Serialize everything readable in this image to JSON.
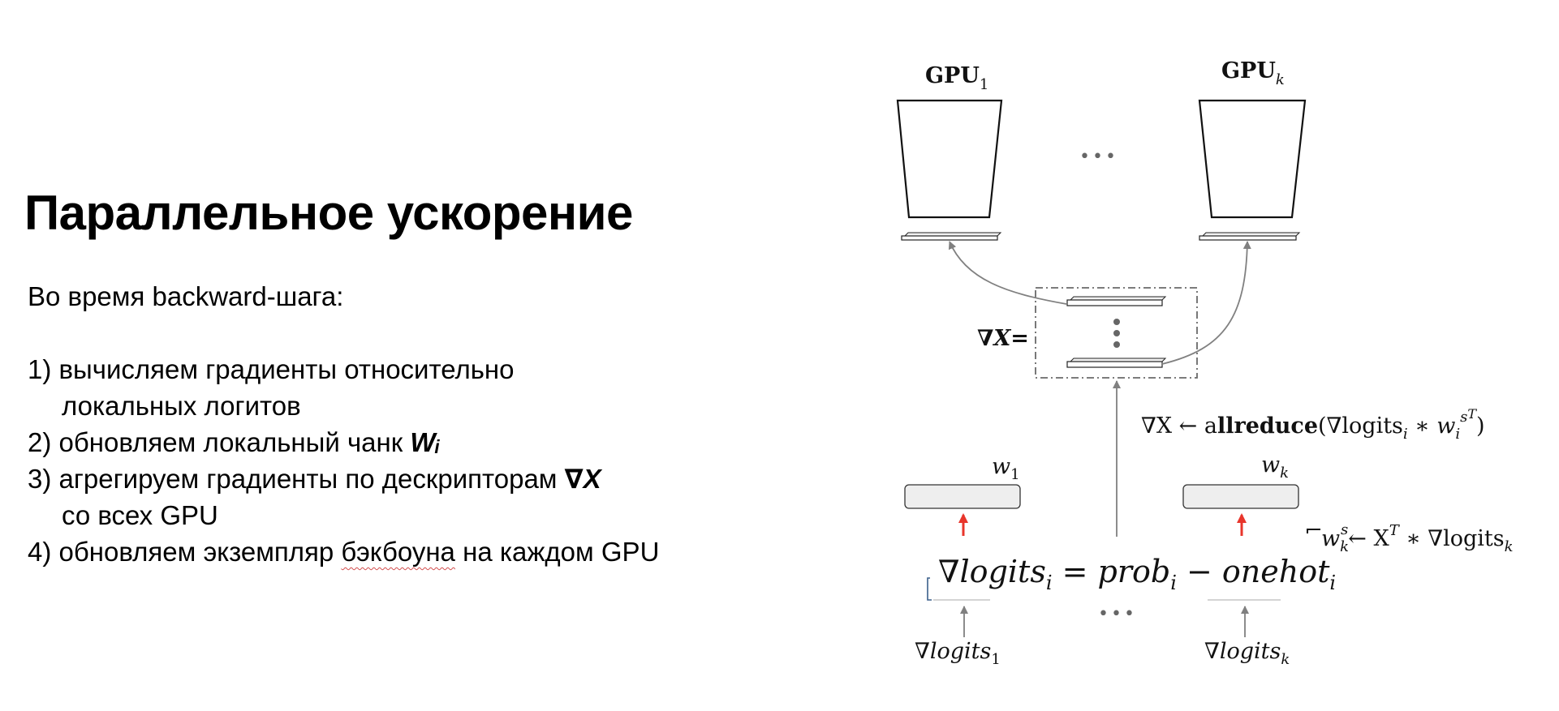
{
  "slide": {
    "title": "Параллельное ускорение",
    "intro": "Во время backward-шага:",
    "steps": [
      {
        "line1": "1) вычисляем градиенты относительно",
        "line2": "локальных логитов"
      },
      {
        "line1": "2) обновляем локальный чанк ",
        "symbol": "Wᵢ"
      },
      {
        "line1": "3) агрегируем градиенты по дескрипторам ",
        "symbol": "∇X",
        "line2": "со всех GPU"
      },
      {
        "line1_pre": "4) обновляем экземпляр ",
        "line1_misspelled": "бэкбоуна",
        "line1_post": " на каждом GPU"
      }
    ]
  },
  "diagram": {
    "gpu_first": {
      "base": "GPU",
      "sub": "1"
    },
    "gpu_last": {
      "base": "GPU",
      "sub": "k"
    },
    "ellipsis": "•••",
    "grad_x_label": "∇X=",
    "allreduce": {
      "pre": "∇X ← a",
      "bold": "llreduce",
      "mid": "(∇logits",
      "sub": "i",
      "op": " ∗ w",
      "sub2": "i",
      "sup": "s",
      "sup2": "T",
      "post": ")"
    },
    "weight_first": {
      "base": "w",
      "sub": "1"
    },
    "weight_last": {
      "base": "w",
      "sub": "k"
    },
    "weight_update": {
      "base": "w",
      "sub": "k",
      "sup": "s",
      "arrow": "← X",
      "supT": "T",
      "tail": " ∗ ∇logits",
      "sub2": "k"
    },
    "main_formula": {
      "a": "∇logits",
      "a_sub": "i",
      "eq": " = prob",
      "b_sub": "i",
      "minus": " − onehot",
      "c_sub": "i"
    },
    "logits_first": {
      "base": "∇logits",
      "sub": "1"
    },
    "logits_last": {
      "base": "∇logits",
      "sub": "k"
    },
    "colors": {
      "arrow_red": "#e8352b",
      "arrow_gray": "#808080",
      "box_fill": "#eeeeee",
      "dash_box": "#6a6a6a"
    }
  }
}
